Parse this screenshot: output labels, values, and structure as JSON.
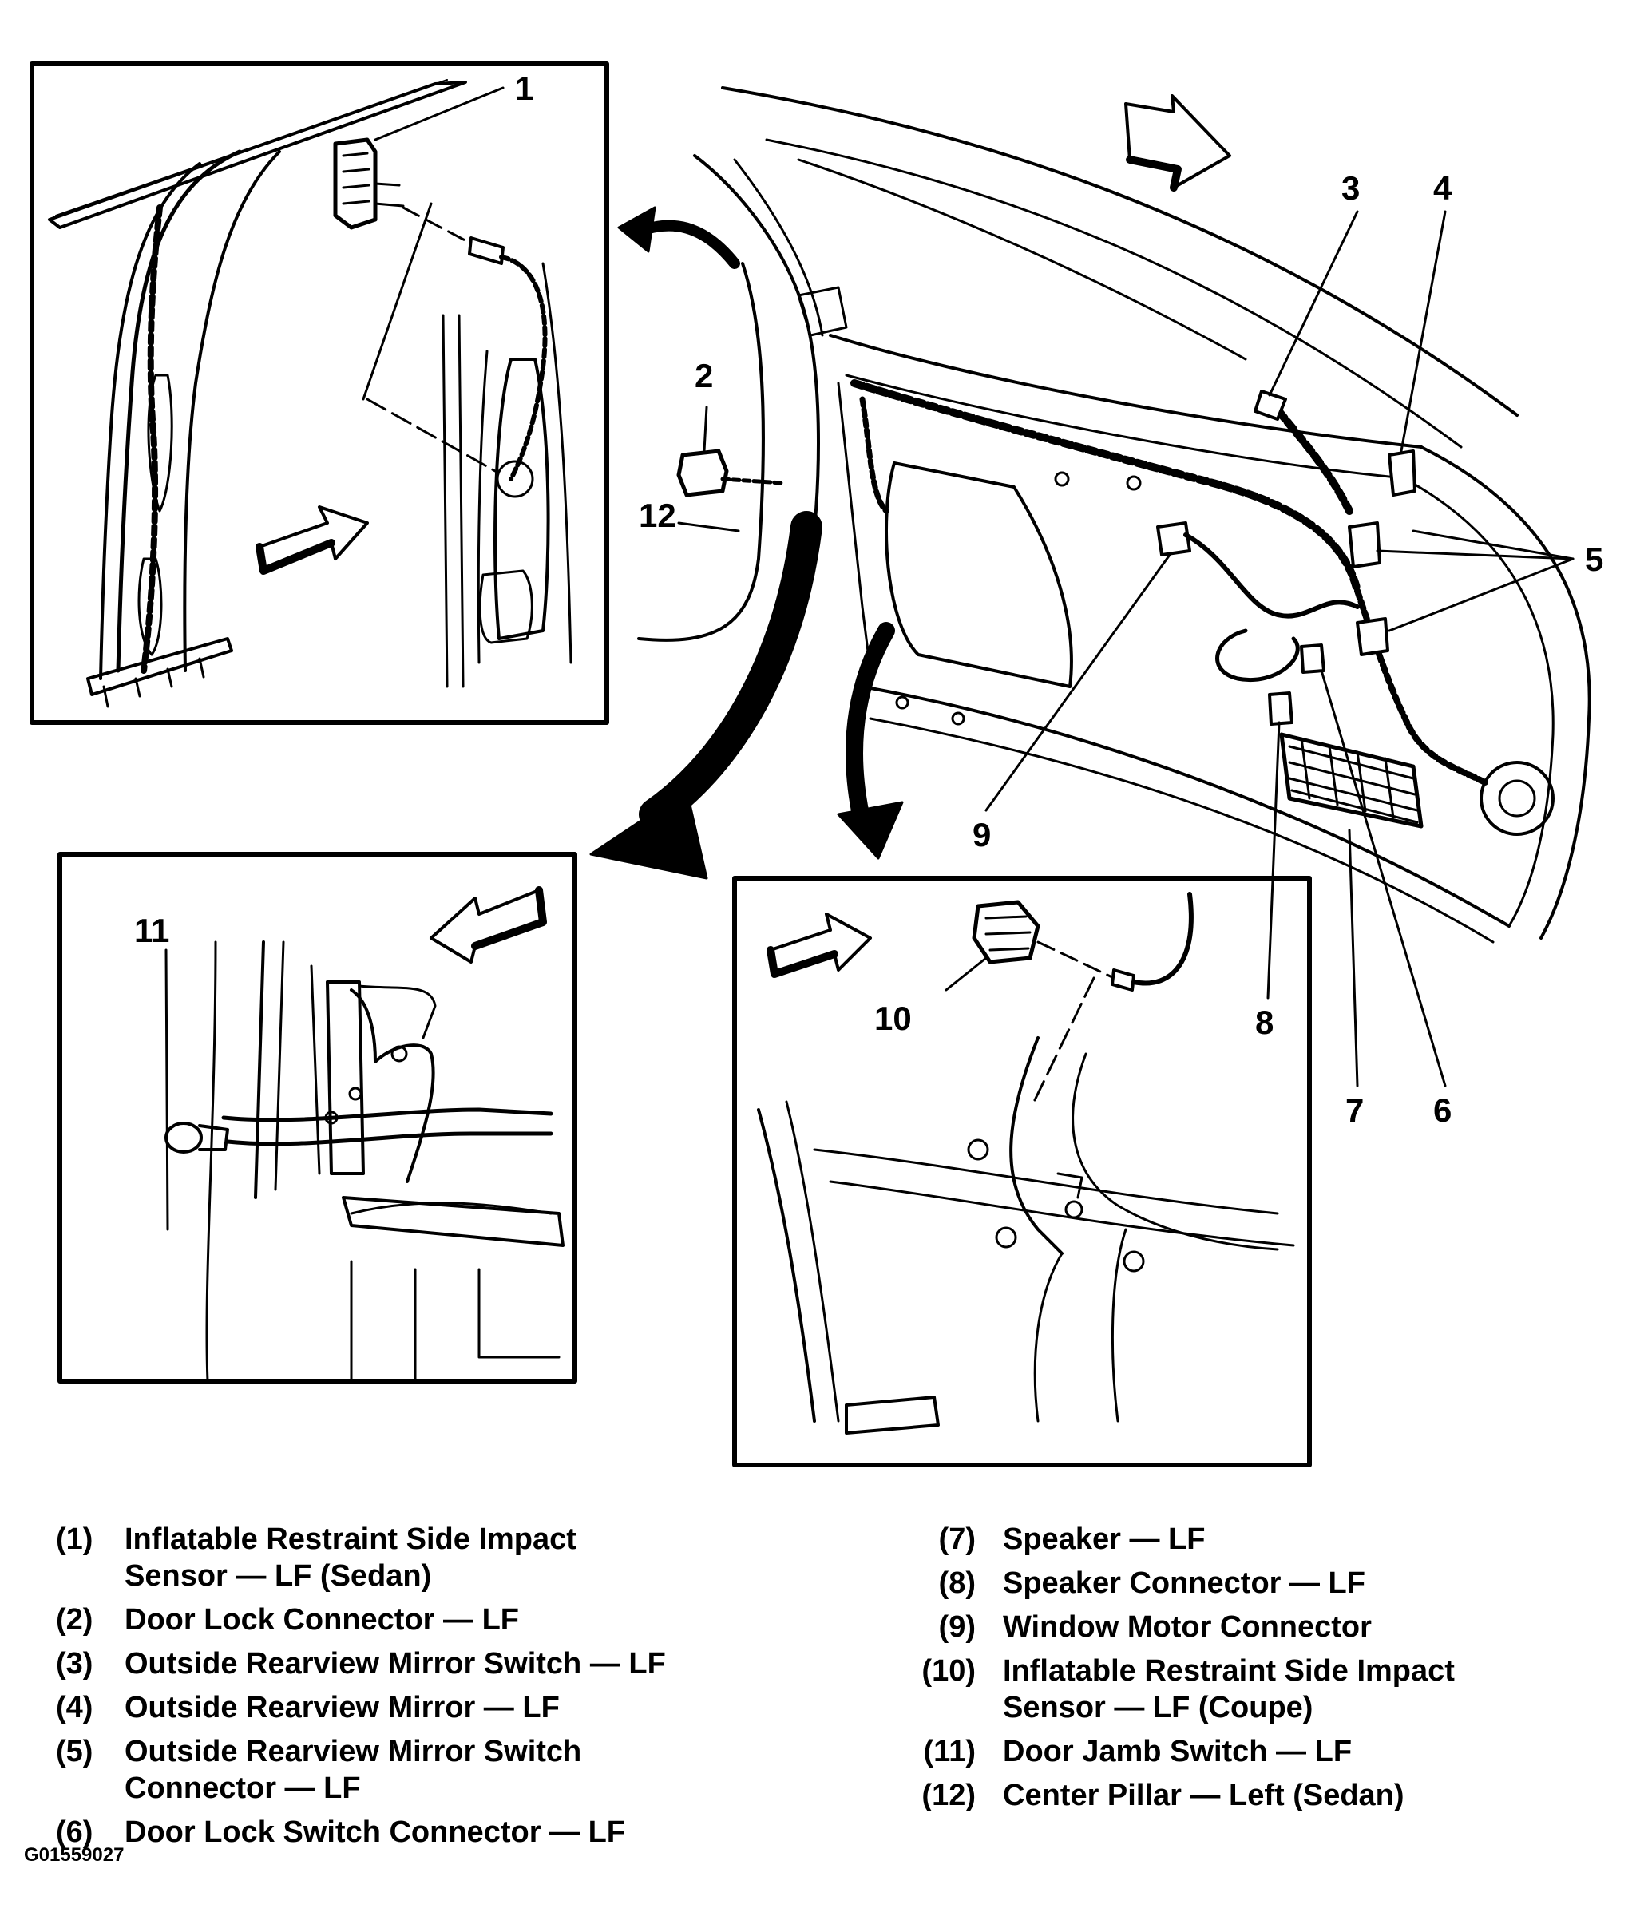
{
  "callouts": [
    "1",
    "2",
    "3",
    "4",
    "5",
    "6",
    "7",
    "8",
    "9",
    "10",
    "11",
    "12"
  ],
  "legend": [
    {
      "num": "(1)",
      "text": "Inflatable Restraint Side Impact\nSensor — LF (Sedan)"
    },
    {
      "num": "(2)",
      "text": "Door Lock Connector — LF"
    },
    {
      "num": "(3)",
      "text": "Outside Rearview Mirror Switch — LF"
    },
    {
      "num": "(4)",
      "text": "Outside Rearview Mirror — LF"
    },
    {
      "num": "(5)",
      "text": "Outside Rearview Mirror Switch\nConnector — LF"
    },
    {
      "num": "(6)",
      "text": "Door Lock Switch Connector — LF"
    },
    {
      "num": "(7)",
      "text": "Speaker — LF"
    },
    {
      "num": "(8)",
      "text": "Speaker Connector — LF"
    },
    {
      "num": "(9)",
      "text": "Window Motor Connector"
    },
    {
      "num": "(10)",
      "text": "Inflatable Restraint Side Impact\nSensor — LF (Coupe)"
    },
    {
      "num": "(11)",
      "text": "Door Jamb Switch — LF"
    },
    {
      "num": "(12)",
      "text": "Center Pillar — Left (Sedan)"
    }
  ],
  "figure_id": "G01559027"
}
